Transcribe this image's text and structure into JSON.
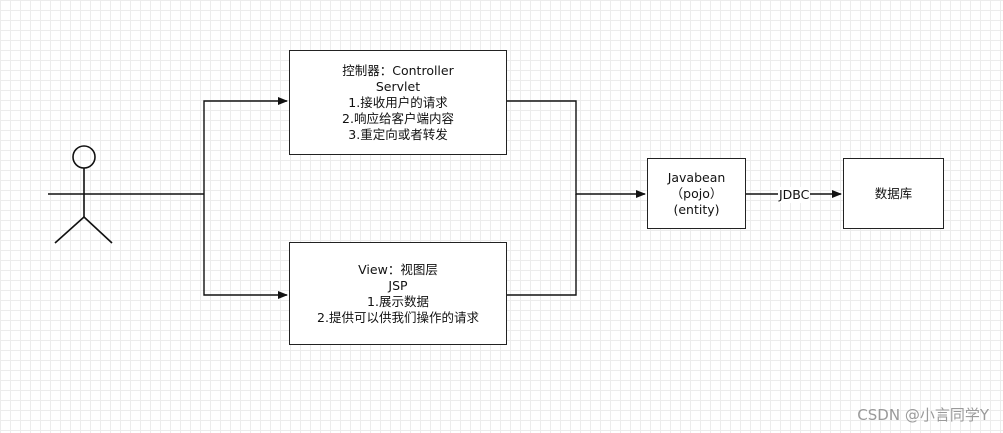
{
  "controller": {
    "title": "控制器：Controller",
    "subtitle": "Servlet",
    "lines": [
      "1.接收用户的请求",
      "2.响应给客户端内容",
      "3.重定向或者转发"
    ]
  },
  "view": {
    "title": "View：视图层",
    "subtitle": "JSP",
    "lines": [
      "1.展示数据",
      "2.提供可以供我们操作的请求"
    ]
  },
  "javabean": {
    "title": "Javabean",
    "line2": "（pojo）",
    "line3": "(entity)"
  },
  "edge_label": "JDBC",
  "database": {
    "label": "数据库"
  },
  "watermark": "CSDN @小言同学Y"
}
